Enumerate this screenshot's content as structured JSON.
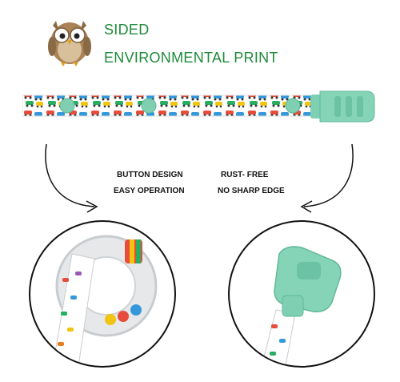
{
  "headline": {
    "line1": "SIDED",
    "line2": "ENVIRONMENTAL PRINT"
  },
  "features_left": {
    "line1": "BUTTON  DESIGN",
    "line2": "EASY OPERATION"
  },
  "features_right": {
    "line1": "RUST- FREE",
    "line2": "NO SHARP EDGE"
  },
  "icons": [
    "owl-icon",
    "strap-image",
    "clip-image",
    "arrow-left",
    "arrow-right",
    "zoom-lens-ring",
    "zoom-lens-clip"
  ],
  "colors": {
    "headline": "#1f8a3a",
    "mint": "#7fcfb3",
    "text": "#111111"
  }
}
